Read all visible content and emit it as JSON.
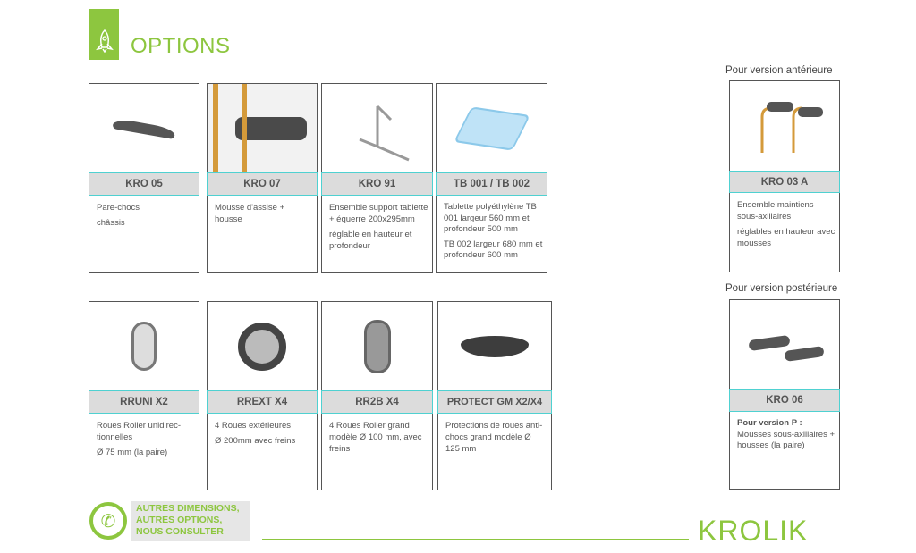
{
  "header": {
    "title": "OPTIONS"
  },
  "row1": [
    {
      "code": "KRO 05",
      "desc": [
        "Pare-chocs",
        "châssis"
      ]
    },
    {
      "code": "KRO 07",
      "desc": [
        "Mousse d'assise + housse"
      ]
    },
    {
      "code": "KRO 91",
      "desc": [
        "Ensemble support tablette + équerre 200x295mm",
        "réglable en hauteur et profondeur"
      ]
    },
    {
      "code": "TB 001 / TB 002",
      "desc": [
        "Tablette polyéthylène TB 001 largeur 560 mm et profondeur 500 mm",
        "TB 002 largeur 680 mm et profondeur 600 mm"
      ]
    }
  ],
  "row2": [
    {
      "code": "RRUNI  X2",
      "desc": [
        "Roues Roller unidirec-tionnelles",
        "Ø 75 mm  (la paire)"
      ]
    },
    {
      "code": "RREXT X4",
      "desc": [
        "4 Roues extérieures",
        "Ø 200mm avec freins"
      ]
    },
    {
      "code": "RR2B X4",
      "desc": [
        "4 Roues Roller grand modèle Ø 100 mm, avec freins"
      ]
    },
    {
      "code": "PROTECT GM X2/X4",
      "desc": [
        "Protections de roues anti-chocs grand modèle Ø 125 mm"
      ]
    }
  ],
  "side": {
    "anterior_label": "Pour version antérieure",
    "anterior": {
      "code": "KRO 03 A",
      "desc": [
        "Ensemble maintiens sous-axillaires",
        "réglables en hauteur avec mousses"
      ]
    },
    "posterior_label": "Pour version postérieure",
    "posterior": {
      "code": "KRO 06",
      "desc_bold": "Pour version P :",
      "desc": [
        "Mousses sous-axillaires + housses (la paire)"
      ]
    }
  },
  "footer": {
    "contact": [
      "AUTRES DIMENSIONS,",
      "AUTRES OPTIONS,",
      "NOUS CONSULTER"
    ],
    "brand": "KROLIK"
  }
}
